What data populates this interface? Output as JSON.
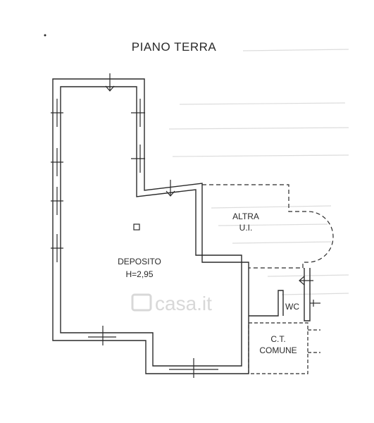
{
  "title": "PIANO TERRA",
  "rooms": {
    "deposito": {
      "name": "DEPOSITO",
      "height": "H=2,95"
    },
    "altra": {
      "line1": "ALTRA",
      "line2": "U.I."
    },
    "wc": {
      "name": "WC"
    },
    "ct": {
      "line1": "C.T.",
      "line2": "COMUNE"
    }
  },
  "watermark": "casa.it",
  "colors": {
    "ink": "#2a2a2a",
    "watermark": "#d8d8d8",
    "ghost": "#dcdcdc"
  }
}
